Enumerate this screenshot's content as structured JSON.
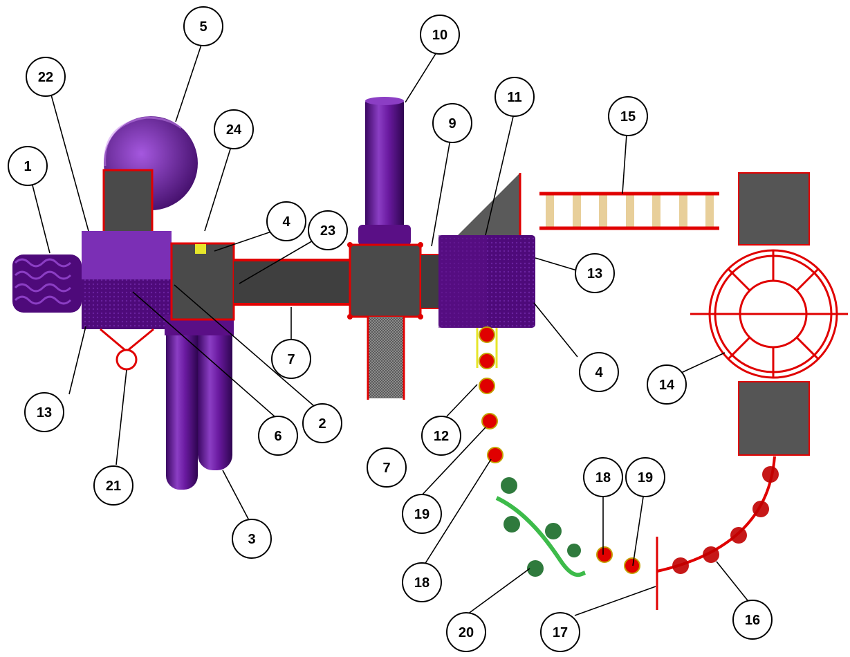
{
  "callouts": [
    "5",
    "10",
    "22",
    "24",
    "11",
    "9",
    "15",
    "1",
    "4",
    "23",
    "13",
    "7",
    "14",
    "12",
    "19",
    "18",
    "21",
    "6",
    "2",
    "3",
    "20",
    "17",
    "16"
  ],
  "palette": {
    "purple": "#5a0f86",
    "purple_light": "#8b3ec4",
    "deck_gray": "#4a4a4a",
    "frame_red": "#e00000",
    "rung_tan": "#e8cf9a",
    "bracket_yellow": "#e6e62a",
    "leaf_green": "#2f7a3d",
    "vine_green": "#3dbb4a"
  }
}
